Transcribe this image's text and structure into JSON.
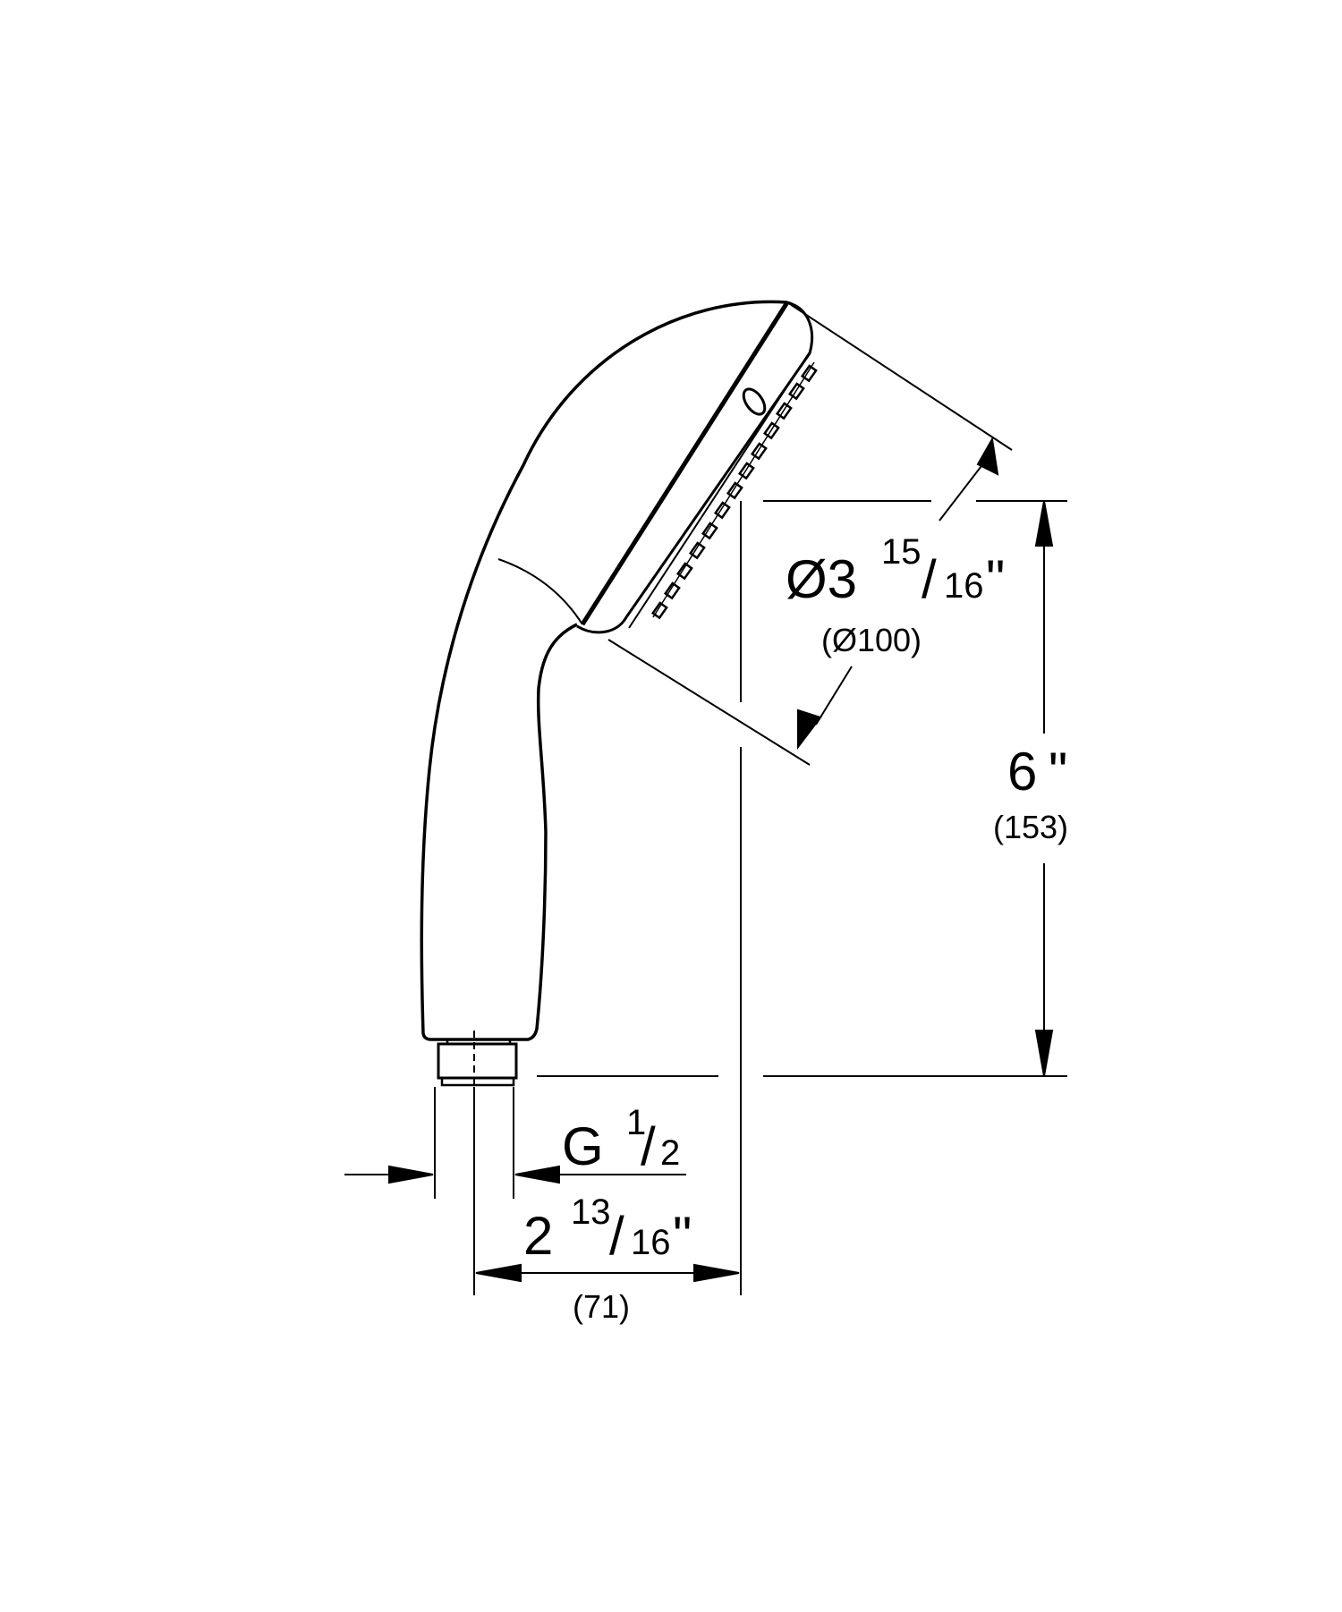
{
  "drawing": {
    "subject": "hand shower side view",
    "stroke_color": "#000000",
    "background_color": "#ffffff"
  },
  "dimensions": {
    "diameter": {
      "prefix": "Ø3",
      "frac_num": "15",
      "slash": "/",
      "frac_den": "16",
      "unit": "\"",
      "metric": "(Ø100)"
    },
    "height": {
      "value": "6",
      "unit": "\"",
      "metric": "(153)"
    },
    "thread": {
      "prefix": "G",
      "frac_num": "1",
      "slash": "/",
      "frac_den": "2"
    },
    "offset": {
      "value": "2",
      "frac_num": "13",
      "slash": "/",
      "frac_den": "16",
      "unit": "\"",
      "metric": "(71)"
    }
  }
}
